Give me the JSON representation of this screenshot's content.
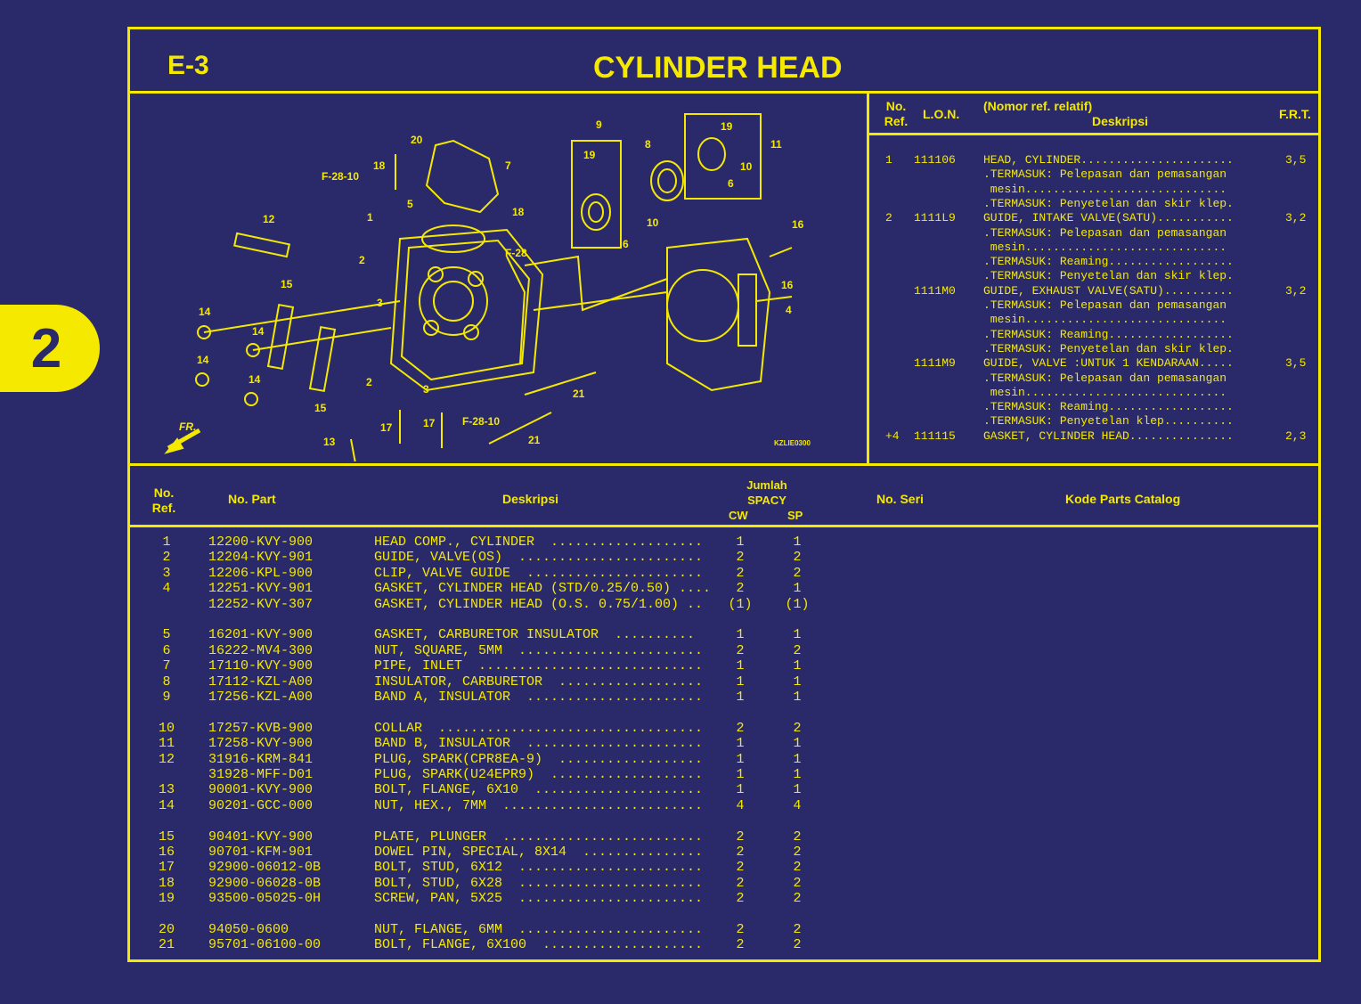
{
  "tab": "2",
  "header": {
    "code": "E-3",
    "title": "CYLINDER HEAD"
  },
  "diagram": {
    "code": "KZLIE0300",
    "front_label": "FR.",
    "ref_labels": [
      "20",
      "9",
      "19",
      "8",
      "11",
      "10",
      "6",
      "18",
      "F-28-10",
      "7",
      "19",
      "5",
      "18",
      "12",
      "1",
      "10",
      "6",
      "F-28",
      "16",
      "2",
      "15",
      "3",
      "16",
      "4",
      "14",
      "14",
      "14",
      "14",
      "15",
      "2",
      "3",
      "21",
      "17",
      "17",
      "F-28-10",
      "13",
      "21"
    ]
  },
  "ref_table": {
    "headers": {
      "ref": "No.\nRef.",
      "lon": "L.O.N.",
      "desc_note": "(Nomor ref. relatif)",
      "desc": "Deskripsi",
      "frt": "F.R.T."
    },
    "rows": [
      {
        "ref": "1",
        "lon": "111106",
        "desc": "HEAD, CYLINDER......................",
        "frt": "3,5"
      },
      {
        "ref": "",
        "lon": "",
        "desc": ".TERMASUK: Pelepasan dan pemasangan",
        "frt": ""
      },
      {
        "ref": "",
        "lon": "",
        "desc": " mesin.............................",
        "frt": ""
      },
      {
        "ref": "",
        "lon": "",
        "desc": ".TERMASUK: Penyetelan dan skir klep.",
        "frt": ""
      },
      {
        "ref": "2",
        "lon": "1111L9",
        "desc": "GUIDE, INTAKE VALVE(SATU)...........",
        "frt": "3,2"
      },
      {
        "ref": "",
        "lon": "",
        "desc": ".TERMASUK: Pelepasan dan pemasangan",
        "frt": ""
      },
      {
        "ref": "",
        "lon": "",
        "desc": " mesin.............................",
        "frt": ""
      },
      {
        "ref": "",
        "lon": "",
        "desc": ".TERMASUK: Reaming..................",
        "frt": ""
      },
      {
        "ref": "",
        "lon": "",
        "desc": ".TERMASUK: Penyetelan dan skir klep.",
        "frt": ""
      },
      {
        "ref": "",
        "lon": "1111M0",
        "desc": "GUIDE, EXHAUST VALVE(SATU)..........",
        "frt": "3,2"
      },
      {
        "ref": "",
        "lon": "",
        "desc": ".TERMASUK: Pelepasan dan pemasangan",
        "frt": ""
      },
      {
        "ref": "",
        "lon": "",
        "desc": " mesin.............................",
        "frt": ""
      },
      {
        "ref": "",
        "lon": "",
        "desc": ".TERMASUK: Reaming..................",
        "frt": ""
      },
      {
        "ref": "",
        "lon": "",
        "desc": ".TERMASUK: Penyetelan dan skir klep.",
        "frt": ""
      },
      {
        "ref": "",
        "lon": "1111M9",
        "desc": "GUIDE, VALVE :UNTUK 1 KENDARAAN.....",
        "frt": "3,5"
      },
      {
        "ref": "",
        "lon": "",
        "desc": ".TERMASUK: Pelepasan dan pemasangan",
        "frt": ""
      },
      {
        "ref": "",
        "lon": "",
        "desc": " mesin.............................",
        "frt": ""
      },
      {
        "ref": "",
        "lon": "",
        "desc": ".TERMASUK: Reaming..................",
        "frt": ""
      },
      {
        "ref": "",
        "lon": "",
        "desc": ".TERMASUK: Penyetelan klep..........",
        "frt": ""
      },
      {
        "ref": "+4",
        "lon": "111115",
        "desc": "GASKET, CYLINDER HEAD...............",
        "frt": "2,3"
      }
    ]
  },
  "parts_table": {
    "headers": {
      "ref": "No.\nRef.",
      "part": "No. Part",
      "desc": "Deskripsi",
      "qty_title": "Jumlah",
      "model": "SPACY",
      "cw": "CW",
      "sp": "SP",
      "serial": "No. Seri",
      "catalog": "Kode Parts Catalog"
    },
    "rows": [
      {
        "ref": "1",
        "part": "12200-KVY-900",
        "desc": "HEAD COMP., CYLINDER  ...................",
        "cw": "1",
        "sp": "1"
      },
      {
        "ref": "2",
        "part": "12204-KVY-901",
        "desc": "GUIDE, VALVE(OS)  .......................",
        "cw": "2",
        "sp": "2"
      },
      {
        "ref": "3",
        "part": "12206-KPL-900",
        "desc": "CLIP, VALVE GUIDE  ......................",
        "cw": "2",
        "sp": "2"
      },
      {
        "ref": "4",
        "part": "12251-KVY-901",
        "desc": "GASKET, CYLINDER HEAD (STD/0.25/0.50) ....",
        "cw": "2",
        "sp": "1"
      },
      {
        "ref": "",
        "part": "12252-KVY-307",
        "desc": "GASKET, CYLINDER HEAD (O.S. 0.75/1.00) ..",
        "cw": "(1)",
        "sp": "(1)"
      },
      {
        "ref": "5",
        "part": "16201-KVY-900",
        "desc": "GASKET, CARBURETOR INSULATOR  ..........",
        "cw": "1",
        "sp": "1"
      },
      {
        "ref": "6",
        "part": "16222-MV4-300",
        "desc": "NUT, SQUARE, 5MM  .......................",
        "cw": "2",
        "sp": "2"
      },
      {
        "ref": "7",
        "part": "17110-KVY-900",
        "desc": "PIPE, INLET  ............................",
        "cw": "1",
        "sp": "1"
      },
      {
        "ref": "8",
        "part": "17112-KZL-A00",
        "desc": "INSULATOR, CARBURETOR  ..................",
        "cw": "1",
        "sp": "1"
      },
      {
        "ref": "9",
        "part": "17256-KZL-A00",
        "desc": "BAND A, INSULATOR  ......................",
        "cw": "1",
        "sp": "1"
      },
      {
        "ref": "10",
        "part": "17257-KVB-900",
        "desc": "COLLAR  .................................",
        "cw": "2",
        "sp": "2"
      },
      {
        "ref": "11",
        "part": "17258-KVY-900",
        "desc": "BAND B, INSULATOR  ......................",
        "cw": "1",
        "sp": "1"
      },
      {
        "ref": "12",
        "part": "31916-KRM-841",
        "desc": "PLUG, SPARK(CPR8EA-9)  ..................",
        "cw": "1",
        "sp": "1"
      },
      {
        "ref": "",
        "part": "31928-MFF-D01",
        "desc": "PLUG, SPARK(U24EPR9)  ...................",
        "cw": "1",
        "sp": "1"
      },
      {
        "ref": "13",
        "part": "90001-KVY-900",
        "desc": "BOLT, FLANGE, 6X10  .....................",
        "cw": "1",
        "sp": "1"
      },
      {
        "ref": "14",
        "part": "90201-GCC-000",
        "desc": "NUT, HEX., 7MM  .........................",
        "cw": "4",
        "sp": "4"
      },
      {
        "ref": "15",
        "part": "90401-KVY-900",
        "desc": "PLATE, PLUNGER  .........................",
        "cw": "2",
        "sp": "2"
      },
      {
        "ref": "16",
        "part": "90701-KFM-901",
        "desc": "DOWEL PIN, SPECIAL, 8X14  ...............",
        "cw": "2",
        "sp": "2"
      },
      {
        "ref": "17",
        "part": "92900-06012-0B",
        "desc": "BOLT, STUD, 6X12  .......................",
        "cw": "2",
        "sp": "2"
      },
      {
        "ref": "18",
        "part": "92900-06028-0B",
        "desc": "BOLT, STUD, 6X28  .......................",
        "cw": "2",
        "sp": "2"
      },
      {
        "ref": "19",
        "part": "93500-05025-0H",
        "desc": "SCREW, PAN, 5X25  .......................",
        "cw": "2",
        "sp": "2"
      },
      {
        "ref": "20",
        "part": "94050-0600",
        "desc": "NUT, FLANGE, 6MM  .......................",
        "cw": "2",
        "sp": "2"
      },
      {
        "ref": "21",
        "part": "95701-06100-00",
        "desc": "BOLT, FLANGE, 6X100  ....................",
        "cw": "2",
        "sp": "2"
      }
    ]
  },
  "colors": {
    "background": "#2a2a6b",
    "accent": "#f5e900"
  }
}
